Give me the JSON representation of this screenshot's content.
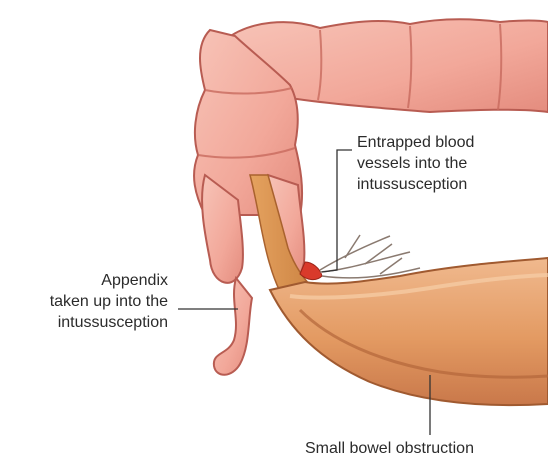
{
  "labels": {
    "entrapped": [
      "Entrapped blood",
      "vessels into the",
      "intussusception"
    ],
    "appendix": [
      "Appendix",
      "taken up into the",
      "intussusception"
    ],
    "small_bowel": "Small bowel obstruction"
  },
  "colors": {
    "colon_fill": "#f2a89a",
    "colon_dark": "#d9776a",
    "colon_outline": "#b85c52",
    "bowel_fill": "#e8a36d",
    "bowel_dark": "#b4673a",
    "blood": "#d93a2b",
    "leader": "#333333"
  }
}
